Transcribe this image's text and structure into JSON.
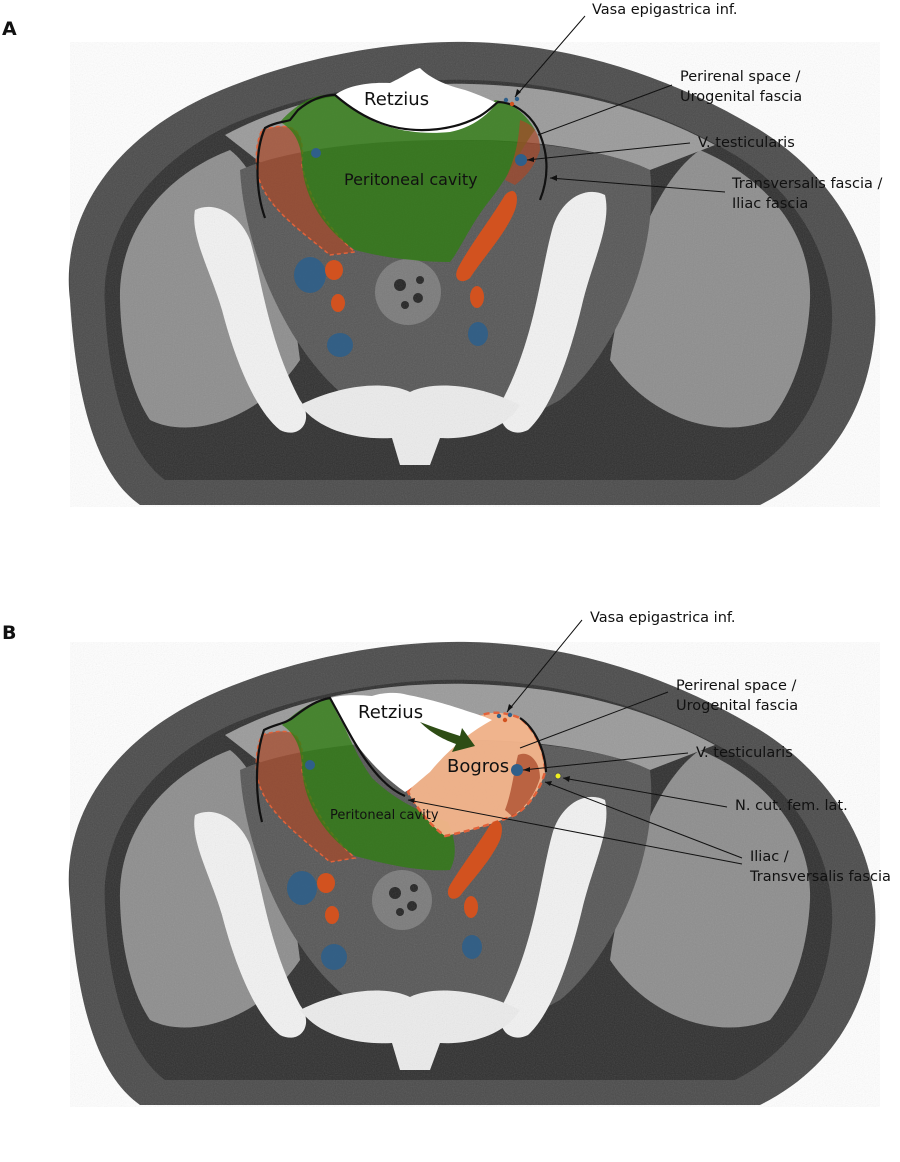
{
  "colors": {
    "peritoneal": "#2f7d12",
    "perirenal": "#a8492a",
    "artery": "#d2521f",
    "vein": "#2f5f8a",
    "bogros": "#f4b58c",
    "bogros_border": "#e2623a",
    "arrow": "#2e4d15",
    "nerve": "#f0f020"
  },
  "icons": [
    "arrow-icon"
  ],
  "panel_a": {
    "letter": "A",
    "retzius": "Retzius",
    "peritoneal_cavity": "Peritoneal cavity",
    "labels": {
      "vasa": "Vasa epigastrica inf.",
      "perirenal_1": "Perirenal space /",
      "perirenal_2": "Urogenital fascia",
      "testicularis": "V. testicularis",
      "transversalis_1": "Transversalis fascia /",
      "transversalis_2": "Iliac fascia"
    }
  },
  "panel_b": {
    "letter": "B",
    "retzius": "Retzius",
    "bogros": "Bogros",
    "peritoneal_cavity": "Peritoneal cavity",
    "labels": {
      "vasa": "Vasa epigastrica inf.",
      "perirenal_1": "Perirenal space /",
      "perirenal_2": "Urogenital fascia",
      "testicularis": "V. testicularis",
      "nerve": "N. cut. fem. lat.",
      "iliac_1": "Iliac /",
      "iliac_2": "Transversalis fascia"
    }
  }
}
